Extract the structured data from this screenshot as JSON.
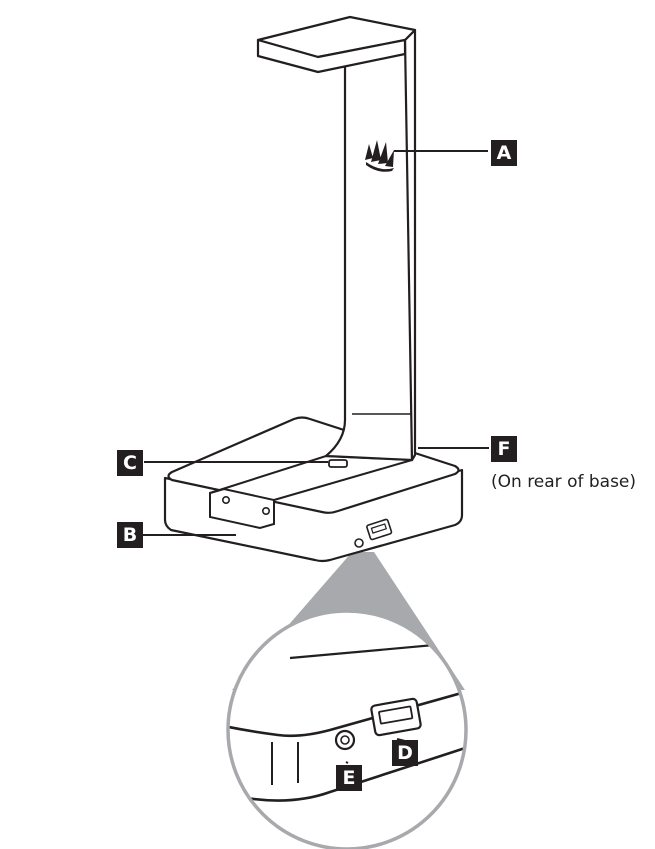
{
  "callouts": {
    "a": "A",
    "b": "B",
    "c": "C",
    "d": "D",
    "e": "E",
    "f": "F"
  },
  "notes": {
    "f": "(On rear of base)"
  },
  "colors": {
    "ink": "#231f20",
    "magnifier_wedge": "#a7a9ac",
    "paper": "#ffffff"
  }
}
